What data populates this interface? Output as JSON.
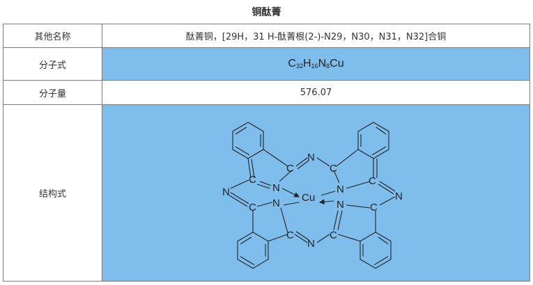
{
  "caption": "铜酞菁",
  "rows": [
    {
      "label": "其他名称",
      "value": "酞菁铜，[29H，31 H-酞菁根(2-)-N29，N30，N31，N32]合铜"
    },
    {
      "label": "分子式",
      "formula": {
        "a": "C",
        "a_sub": "32",
        "b": "H",
        "b_sub": "16",
        "c": "N",
        "c_sub": "8",
        "d": "Cu"
      }
    },
    {
      "label": "分子量",
      "value": "576.07"
    },
    {
      "label": "结构式"
    }
  ],
  "structure": {
    "atoms": {
      "c": "C",
      "n": "N",
      "cu": "Cu"
    }
  }
}
